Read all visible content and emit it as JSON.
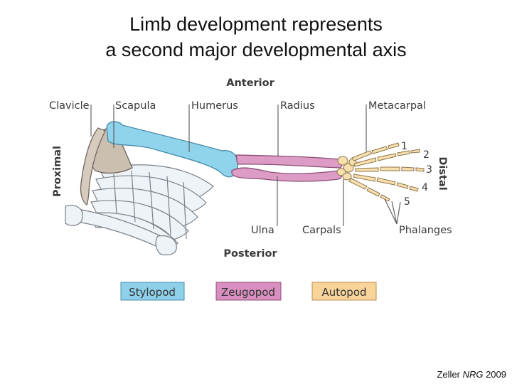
{
  "title": {
    "line1": "Limb development represents",
    "line2": "a second major developmental axis"
  },
  "axes": {
    "anterior": "Anterior",
    "posterior": "Posterior",
    "proximal": "Proximal",
    "distal": "Distal"
  },
  "bones": {
    "clavicle": "Clavicle",
    "scapula": "Scapula",
    "humerus": "Humerus",
    "radius": "Radius",
    "metacarpal": "Metacarpal",
    "ulna": "Ulna",
    "carpals": "Carpals",
    "phalanges": "Phalanges"
  },
  "digits": [
    "1",
    "2",
    "3",
    "4",
    "5"
  ],
  "legend": [
    {
      "label": "Stylopod",
      "color": "#8ed0ea"
    },
    {
      "label": "Zeugopod",
      "color": "#d98fbf"
    },
    {
      "label": "Autopod",
      "color": "#f8d49a"
    }
  ],
  "colors": {
    "stylopod": "#8fd3ec",
    "zeugopod": "#dd9cc6",
    "autopod": "#f8dfae",
    "girdle": "#cbbfb0",
    "ribs": "#eef3f7"
  },
  "credit": {
    "author": "Zeller ",
    "journal": "NRG",
    "year": " 2009"
  }
}
